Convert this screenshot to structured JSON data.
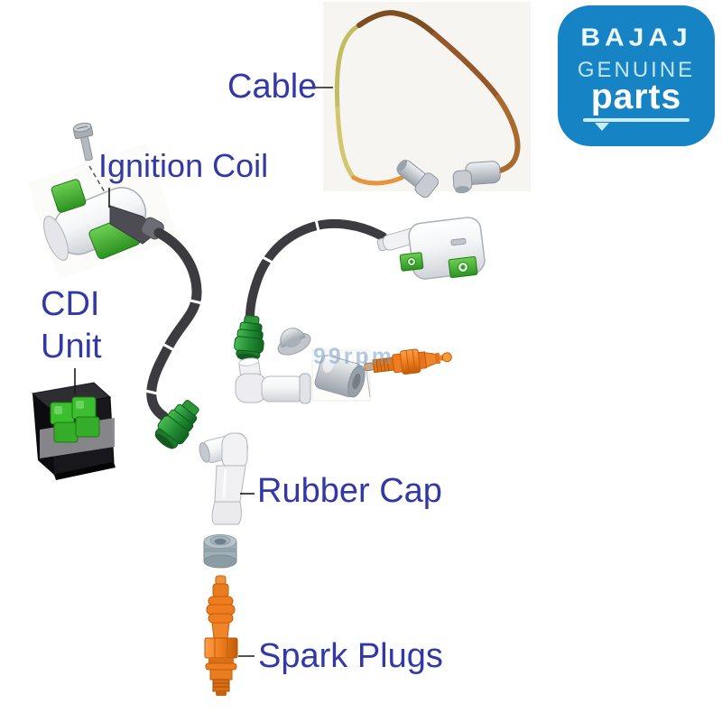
{
  "labels": {
    "cable": "Cable",
    "ignition_coil": "Ignition Coil",
    "cdi_line1": "CDI",
    "cdi_line2": "Unit",
    "rubber_cap": "Rubber Cap",
    "spark_plugs": "Spark Plugs"
  },
  "badge": {
    "brand": "BAJAJ",
    "genuine": "GENUINE",
    "parts": "parts",
    "bg_color": "#1583c4"
  },
  "watermark": "99rpm",
  "colors": {
    "label_text": "#3239a6",
    "part_green": "#2f9e3c",
    "part_orange": "#ee7d1d",
    "cable_yellow": "#ccc261",
    "cable_brown": "#8a5424",
    "cable_black": "#3c3c40",
    "part_gray": "#c6ccd2",
    "part_white": "#f2f2f5"
  },
  "parts_depicted": [
    {
      "name": "spark-plug-cable-loop"
    },
    {
      "name": "ignition-coil-with-screw"
    },
    {
      "name": "ignition-coil-with-brackets"
    },
    {
      "name": "cdi-unit-box"
    },
    {
      "name": "green-spark-plug-cap"
    },
    {
      "name": "rubber-dome-cap"
    },
    {
      "name": "elbow-fitting"
    },
    {
      "name": "cylinder-cap"
    },
    {
      "name": "rubber-elbow-cap"
    },
    {
      "name": "grommet"
    },
    {
      "name": "spark-plug"
    }
  ]
}
